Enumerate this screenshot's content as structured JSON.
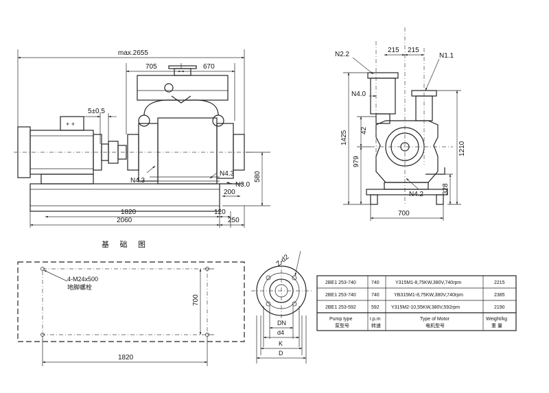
{
  "side_view": {
    "overall_length": "max.2655",
    "dim_705": "705",
    "dim_670": "670",
    "dim_gap": "5±0.5",
    "motor_label": "+ +",
    "port_n43": "N4.3",
    "port_n43b": "N4.3",
    "port_n30": "N3.0",
    "dim_200": "200",
    "dim_580": "580",
    "dim_1820": "1820",
    "dim_120": "120",
    "dim_2060": "2060",
    "dim_250": "250"
  },
  "end_view": {
    "port_n22": "N2.2",
    "port_n11": "N1.1",
    "port_n40": "N4.0",
    "port_n42": "N4.2",
    "dim_215a": "215",
    "dim_215b": "215",
    "dim_1425": "1425",
    "dim_42": "42",
    "dim_979": "979",
    "dim_1210": "1210",
    "dim_328": "328",
    "dim_700": "700"
  },
  "foundation": {
    "title": "基 础 图",
    "bolt_spec": "4-M24x500",
    "bolt_cn": "地脚螺栓",
    "dim_700": "700",
    "dim_1820": "1820"
  },
  "flange": {
    "holes": "Z-d2",
    "dn": "DN",
    "d4": "d4",
    "k": "K",
    "d": "D"
  },
  "table": {
    "rows": [
      {
        "pump": "2BE1 253-740",
        "rpm": "740",
        "motor": "Y315M1-8,75KW,380V,740rpm",
        "weight": "2215"
      },
      {
        "pump": "2BE1 253-740",
        "rpm": "740",
        "motor": "YB315M1-8,75KW,380V,740rpm",
        "weight": "2385"
      },
      {
        "pump": "2BE1 253-592",
        "rpm": "592",
        "motor": "Y315M2-10,55KW,380V,592rpm",
        "weight": "2190"
      }
    ],
    "headers": {
      "pump_en": "Pump type",
      "pump_cn": "泵型号",
      "rpm_en": "r.p.m",
      "rpm_cn": "转速",
      "motor_en": "Type of Motor",
      "motor_cn": "电机型号",
      "weight_en": "Weight/kg",
      "weight_cn": "重 量"
    }
  }
}
